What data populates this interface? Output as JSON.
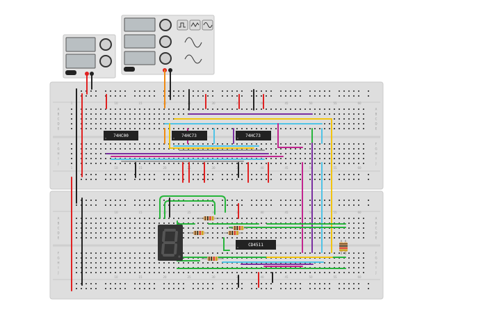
{
  "colors": {
    "board": "#dedede",
    "board_stroke": "#c9c9c9",
    "hole": "#4a4a4a",
    "rail_red": "#e23b3b",
    "rail_black": "#222222",
    "wire_red": "#e02020",
    "wire_black": "#222222",
    "wire_yellow": "#f2c40f",
    "wire_cyan": "#4fc3e6",
    "wire_purple": "#7a2fa0",
    "wire_magenta": "#c2258f",
    "wire_green": "#27b53b",
    "wire_orange": "#f08a12",
    "wire_gray": "#9a9a9a",
    "chip": "#222222",
    "seg_display": "#333333"
  },
  "chips": [
    {
      "label": "74HC00"
    },
    {
      "label": "74HC73"
    },
    {
      "label": "74HC73"
    },
    {
      "label": "CD4511"
    }
  ],
  "board_top": {
    "column_numbers": [
      "1",
      "10",
      "15",
      "20",
      "25",
      "30",
      "35",
      "40",
      "45",
      "50",
      "55",
      "60"
    ],
    "row_letters_upper": [
      "A",
      "B",
      "C",
      "D",
      "E"
    ],
    "row_letters_lower": [
      "F",
      "G",
      "H",
      "I",
      "J"
    ]
  },
  "board_bottom": {
    "column_numbers": [
      "1",
      "10",
      "15",
      "20",
      "25",
      "30",
      "35",
      "40",
      "45",
      "50",
      "55",
      "60"
    ],
    "row_letters_upper": [
      "A",
      "B",
      "C",
      "D",
      "E"
    ],
    "row_letters_lower": [
      "F",
      "G",
      "H",
      "I",
      "J"
    ]
  },
  "instruments": [
    {
      "name": "power-supply"
    },
    {
      "name": "function-generator",
      "waveforms": [
        "square-wave-icon",
        "triangle-wave-icon",
        "sine-wave-icon"
      ]
    }
  ],
  "seven_segment": {
    "digit": "8"
  }
}
